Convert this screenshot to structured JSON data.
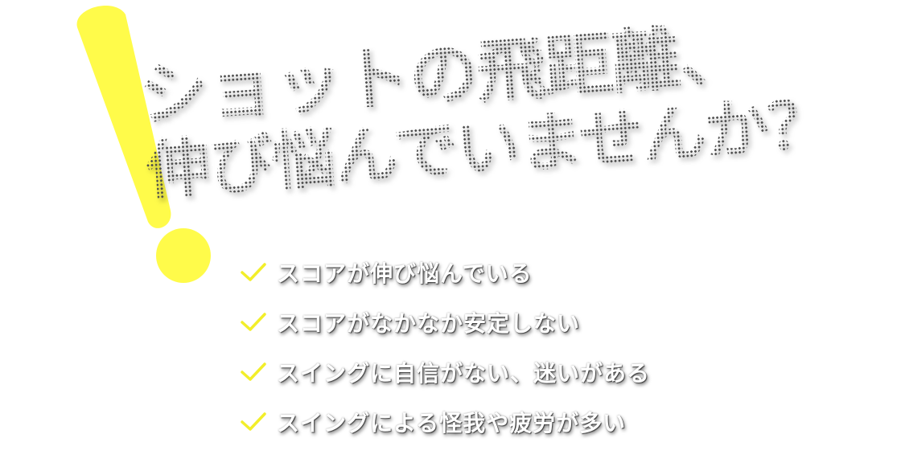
{
  "colors": {
    "accent_yellow": "#fffb4a",
    "headline_gray": "#6d6d6d",
    "check_yellow": "#f2ee2a",
    "item_text": "#ffffff"
  },
  "icons": {
    "exclamation": "exclamation-mark-icon",
    "check": "checkmark-icon"
  },
  "headline": {
    "line1": "ショットの飛距離、",
    "line2": "伸び悩んでいませんか？"
  },
  "checklist": {
    "items": [
      {
        "label": "スコアが伸び悩んでいる"
      },
      {
        "label": "スコアがなかなか安定しない"
      },
      {
        "label": "スイングに自信がない、迷いがある"
      },
      {
        "label": "スイングによる怪我や疲労が多い"
      }
    ]
  }
}
